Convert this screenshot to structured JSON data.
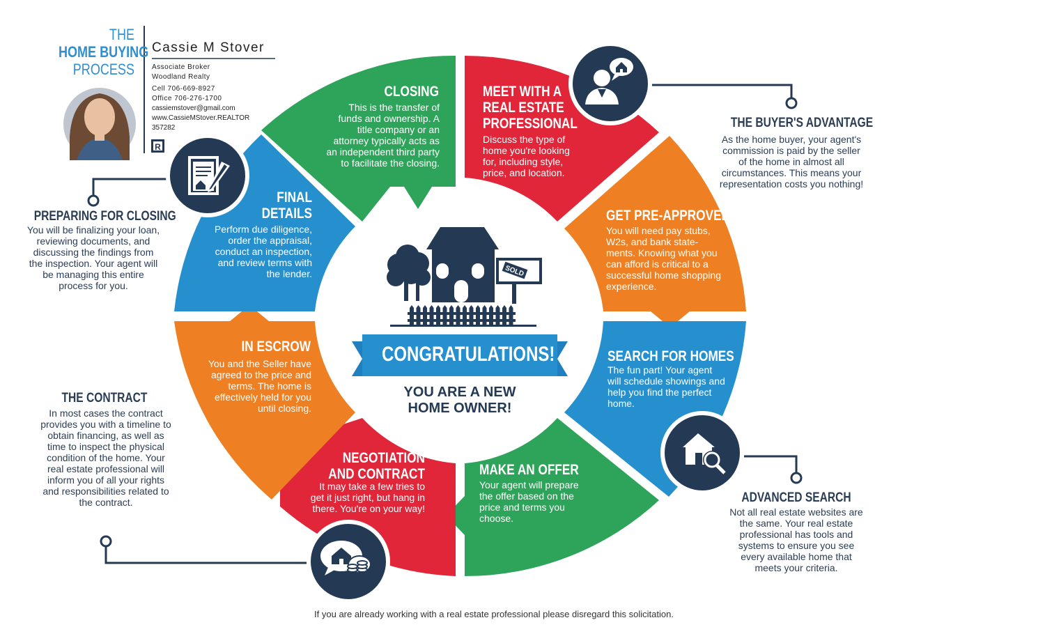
{
  "brand": {
    "line1": "THE",
    "line2": "HOME BUYING",
    "line3": "PROCESS"
  },
  "agent": {
    "name": "Cassie M Stover",
    "title": "Associate Broker",
    "company": "Woodland Realty",
    "cell": "Cell  706-669-8927",
    "office": "Office  706-276-1700",
    "email": "cassiemstover@gmail.com",
    "website": "www.CassieMStover.REALTOR",
    "license": "357282",
    "realtor_badge": "R"
  },
  "center": {
    "banner": "CONGRATULATIONS!",
    "sub1": "YOU ARE A NEW",
    "sub2": "HOME OWNER!",
    "sign": "SOLD"
  },
  "segments": {
    "meet": {
      "title1": "MEET WITH A",
      "title2": "REAL ESTATE",
      "title3": "PROFESSIONAL",
      "body": "Discuss the type of home you're looking for, including style, price, and location."
    },
    "preapproved": {
      "title": "GET PRE-APPROVED",
      "body": "You will need pay stubs, W2s, and bank state-ments. Knowing what you can afford is critical to a successful home shopping experience."
    },
    "search": {
      "title": "SEARCH FOR HOMES",
      "body": "The fun part! Your agent will schedule showings and help you find the perfect home."
    },
    "offer": {
      "title": "MAKE AN OFFER",
      "body": "Your agent will prepare the offer based on the price and terms you choose."
    },
    "negotiation": {
      "title1": "NEGOTIATION",
      "title2": "AND CONTRACT",
      "body": "It may take a few tries to get it just right, but hang in there. You're on your way!"
    },
    "escrow": {
      "title": "IN ESCROW",
      "body": "You and the Seller have agreed to the price and terms. The home is effectively held for you until closing."
    },
    "final": {
      "title1": "FINAL",
      "title2": "DETAILS",
      "body": "Perform due diligence, order the appraisal, conduct an inspection, and review terms with the lender."
    },
    "closing": {
      "title": "CLOSING",
      "body": "This is the transfer of funds and ownership. A title company or an attorney typically acts as an independent third party to facilitate the closing."
    }
  },
  "sides": {
    "buyers_advantage": {
      "title": "THE BUYER'S ADVANTAGE",
      "body": "As the home buyer, your agent's commission is paid by the seller of the home in almost all circumstances. This means your representation costs you nothing!"
    },
    "preparing": {
      "title": "PREPARING FOR CLOSING",
      "body": "You will be finalizing your loan, reviewing documents, and discussing the findings from the inspection. Your agent will be managing this entire process for you."
    },
    "contract": {
      "title": "THE CONTRACT",
      "body": "In most cases the contract provides you with a timeline to obtain financing, as well as time to inspect the physical condition of the home. Your real estate professional will inform you of all your rights and responsibilities related to the contract."
    },
    "advanced_search": {
      "title": "ADVANCED SEARCH",
      "body": "Not all real estate websites are the same. Your real estate professional has tools and systems to ensure you see every available home that meets your criteria."
    }
  },
  "footer": "If you are already working with a real estate professional please disregard this solicitation.",
  "colors": {
    "red": "#e1263a",
    "orange": "#ee7f22",
    "blue": "#2690cf",
    "green": "#2ea45a",
    "navy": "#243a54",
    "brand_blue": "#2f8fd0"
  },
  "icons": [
    "agent-house-bubble-icon",
    "document-sign-icon",
    "house-search-icon",
    "house-coins-chat-icon",
    "house-icon",
    "tree-icon",
    "sold-sign-icon",
    "fence-icon"
  ]
}
